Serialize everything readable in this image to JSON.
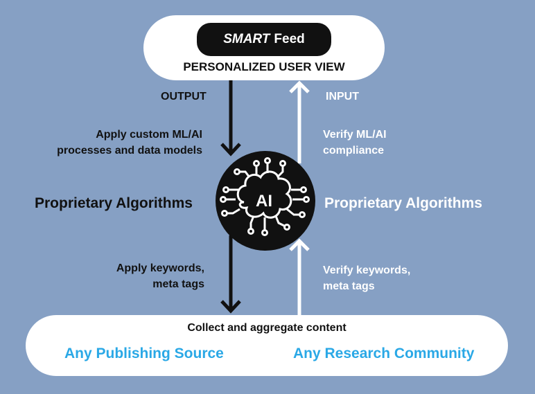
{
  "top": {
    "button_emphasis": "SMART",
    "button_rest": "Feed",
    "title": "PERSONALIZED USER VIEW"
  },
  "left": {
    "output_label": "OUTPUT",
    "apply_ml_line1": "Apply custom ML/AI",
    "apply_ml_line2": "processes and data models",
    "algorithms": "Proprietary Algorithms",
    "apply_kw_line1": "Apply keywords,",
    "apply_kw_line2": "meta tags"
  },
  "right": {
    "input_label": "INPUT",
    "verify_ml_line1": "Verify ML/AI",
    "verify_ml_line2": "compliance",
    "algorithms": "Proprietary Algorithms",
    "verify_kw_line1": "Verify keywords,",
    "verify_kw_line2": "meta tags"
  },
  "center": {
    "ai_label": "AI"
  },
  "bottom": {
    "title": "Collect and aggregate content",
    "source_left": "Any Publishing Source",
    "source_right": "Any Research Community"
  },
  "colors": {
    "background": "#86a0c4",
    "accent_blue": "#2aa8e6",
    "dark": "#111111",
    "light": "#ffffff"
  },
  "icons": {
    "center": "ai-brain-circuit-icon",
    "down_arrows": "arrow-down-icon",
    "up_arrows": "arrow-up-icon"
  }
}
